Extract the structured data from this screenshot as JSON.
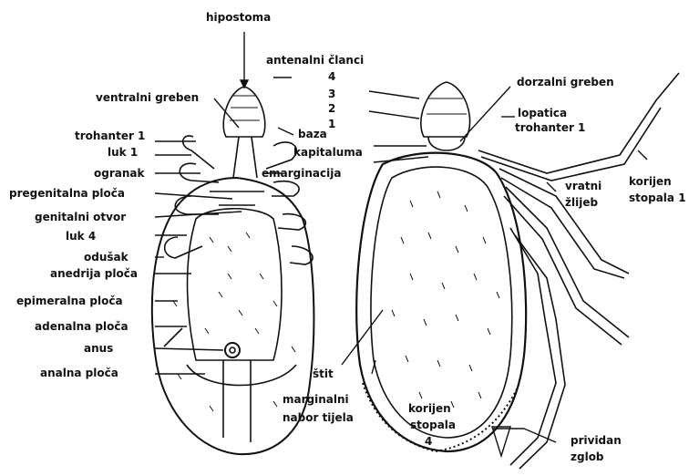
{
  "labels": {
    "hipostoma": "hipostoma",
    "antenalni_clanci": "antenalni članci",
    "num_4": "4",
    "num_3": "3",
    "num_2": "2",
    "num_1": "1",
    "ventralni_greben": "ventralni greben",
    "baza": "baza",
    "kapitaluma": "kapitaluma",
    "trohanter_1_left": "trohanter 1",
    "luk_1": "luk 1",
    "ogranak": "ogranak",
    "emarginacija": "emarginacija",
    "pregenitalna_ploca": "pregenitalna ploča",
    "genitalni_otvor": "genitalni otvor",
    "luk_4": "luk 4",
    "odusak": "odušak",
    "anedrija_ploca": "anedrija ploča",
    "epimeralna_ploca": "epimeralna ploča",
    "adenalna_ploca": "adenalna ploča",
    "anus": "anus",
    "analna_ploca": "analna ploča",
    "stit": "štit",
    "marginalni": "marginalni",
    "nabor_tijela": "nabor tijela",
    "dorzalni_greben": "dorzalni greben",
    "lopatica": "lopatica",
    "trohanter_1_right": "trohanter 1",
    "vratni": "vratni",
    "zlijeb": "žlijeb",
    "korijen": "korijen",
    "stopala_1": "stopala 1",
    "korijen_2": "korijen",
    "stopala": "stopala",
    "num_4_b": "4",
    "prividan": "prividan",
    "zglob": "zglob"
  }
}
